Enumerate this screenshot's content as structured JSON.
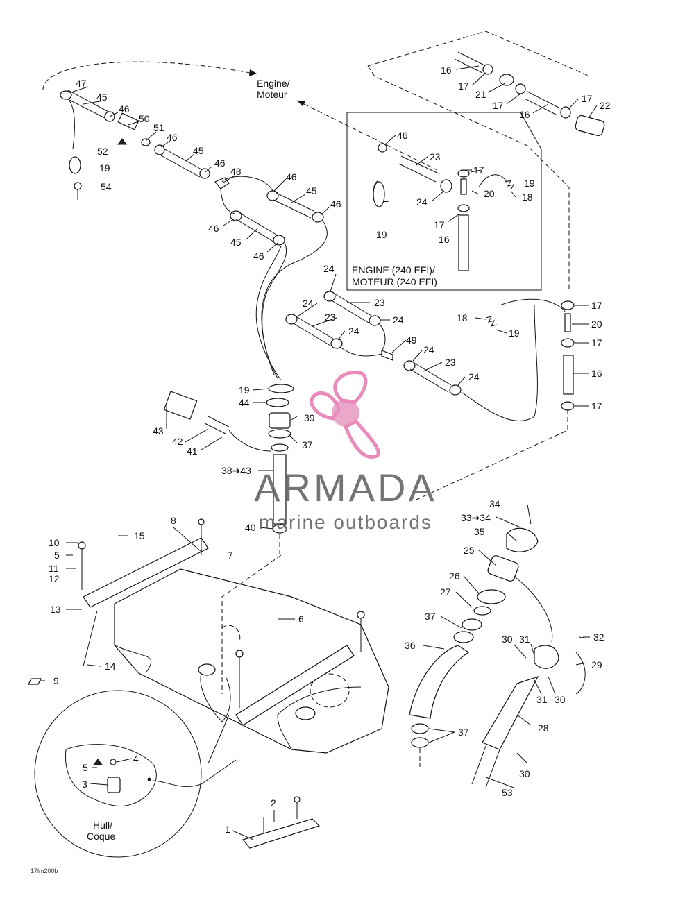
{
  "labels": {
    "engine_top": [
      "Engine/",
      "Moteur"
    ],
    "engine_efi": [
      "ENGINE (240 EFI)/",
      "MOTEUR (240 EFI)"
    ],
    "hull": [
      "Hull/",
      "Coque"
    ],
    "drawing_code": "17lm200b"
  },
  "watermark": {
    "brand": "ARMADA",
    "tagline": "marine outboards",
    "color": "#e87fb4"
  },
  "callouts": {
    "c1": "1",
    "c2": "2",
    "c3": "3",
    "c4": "4",
    "c5a": "5",
    "c5b": "5",
    "c6": "6",
    "c7": "7",
    "c8": "8",
    "c9": "9",
    "c10": "10",
    "c11": "11",
    "c12": "12",
    "c13": "13",
    "c14": "14",
    "c15": "15",
    "c16a": "16",
    "c16b": "16",
    "c16c": "16",
    "c16d": "16",
    "c17a": "17",
    "c17b": "17",
    "c17c": "17",
    "c17d": "17",
    "c17e": "17",
    "c17f": "17",
    "c17g": "17",
    "c18a": "18",
    "c18b": "18",
    "c19a": "19",
    "c19b": "19",
    "c19c": "19",
    "c19d": "19",
    "c19e": "19",
    "c20a": "20",
    "c20b": "20",
    "c21": "21",
    "c22": "22",
    "c23a": "23",
    "c23b": "23",
    "c23c": "23",
    "c23d": "23",
    "c24a": "24",
    "c24b": "24",
    "c24c": "24",
    "c24d": "24",
    "c24e": "24",
    "c24f": "24",
    "c24g": "24",
    "c25": "25",
    "c26": "26",
    "c27": "27",
    "c28": "28",
    "c29": "29",
    "c30a": "30",
    "c30b": "30",
    "c30c": "30",
    "c31a": "31",
    "c31b": "31",
    "c32": "32",
    "c33": "33➔34",
    "c34": "34",
    "c35": "35",
    "c36": "36",
    "c37a": "37",
    "c37b": "37",
    "c37c": "37",
    "c3843": "38➔43",
    "c39": "39",
    "c40": "40",
    "c41": "41",
    "c42": "42",
    "c43": "43",
    "c44": "44",
    "c45a": "45",
    "c45b": "45",
    "c45c": "45",
    "c45d": "45",
    "c46a": "46",
    "c46b": "46",
    "c46c": "46",
    "c46d": "46",
    "c46e": "46",
    "c46f": "46",
    "c46g": "46",
    "c46h": "46",
    "c47": "47",
    "c48": "48",
    "c49": "49",
    "c50": "50",
    "c51": "51",
    "c52": "52",
    "c53": "53",
    "c54": "54"
  }
}
